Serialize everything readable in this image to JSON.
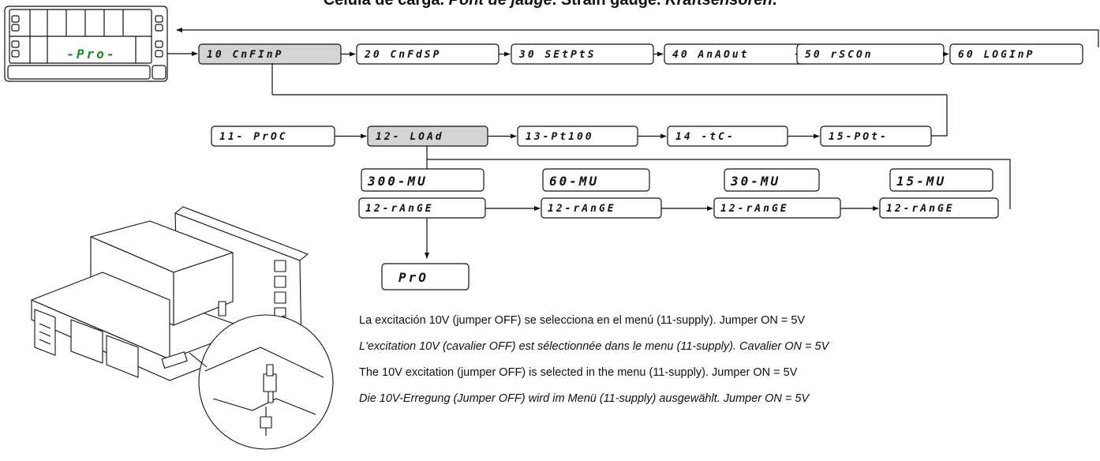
{
  "title": {
    "part1": "Célula de carga. ",
    "part2": "Pont de jauge",
    "part3": ". Strain gauge. ",
    "part4": "Kraftsensoren",
    "part5": "."
  },
  "device_display": "-Pro-",
  "menu_row1": [
    "10 CnFInP",
    "20 CnFdSP",
    "30 SEtPtS",
    "40 AnAOut",
    "50 rSCOn",
    "60 LOGInP"
  ],
  "menu_row2": [
    "11- PrOC",
    "12- LOAd",
    "13-Pt100",
    "14 -tC-",
    "15-POt-"
  ],
  "ranges": [
    {
      "value": "300-MU",
      "label": "12-rAnGE"
    },
    {
      "value": "60-MU",
      "label": "12-rAnGE"
    },
    {
      "value": "30-MU",
      "label": "12-rAnGE"
    },
    {
      "value": "15-MU",
      "label": "12-rAnGE"
    }
  ],
  "pro_box": "PrO",
  "notes": {
    "es": "La excitación 10V (jumper OFF) se selecciona en el menú  (11-supply).   Jumper ON = 5V",
    "fr": "L'excitation 10V (cavalier OFF) est sélectionnée dans le menu (11-supply).   Cavalier ON = 5V",
    "en": "The 10V excitation (jumper OFF) is selected in the menu (11-supply).   Jumper ON = 5V",
    "de": "Die 10V-Erregung (Jumper OFF) wird im Menü (11-supply) ausgewählt.   Jumper ON = 5V"
  },
  "colors": {
    "line": "#111111",
    "highlight": "#d4d4d4",
    "led_text": "#1f8a2a"
  }
}
